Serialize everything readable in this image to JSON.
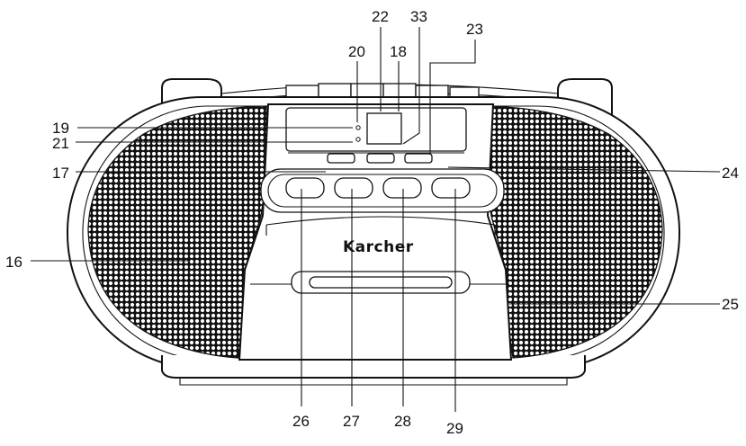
{
  "brand": "Karcher",
  "labels": {
    "l16": "16",
    "l17": "17",
    "l18": "18",
    "l19": "19",
    "l20": "20",
    "l21": "21",
    "l22": "22",
    "l23": "23",
    "l24": "24",
    "l25": "25",
    "l26": "26",
    "l27": "27",
    "l28": "28",
    "l29": "29",
    "l33": "33"
  }
}
